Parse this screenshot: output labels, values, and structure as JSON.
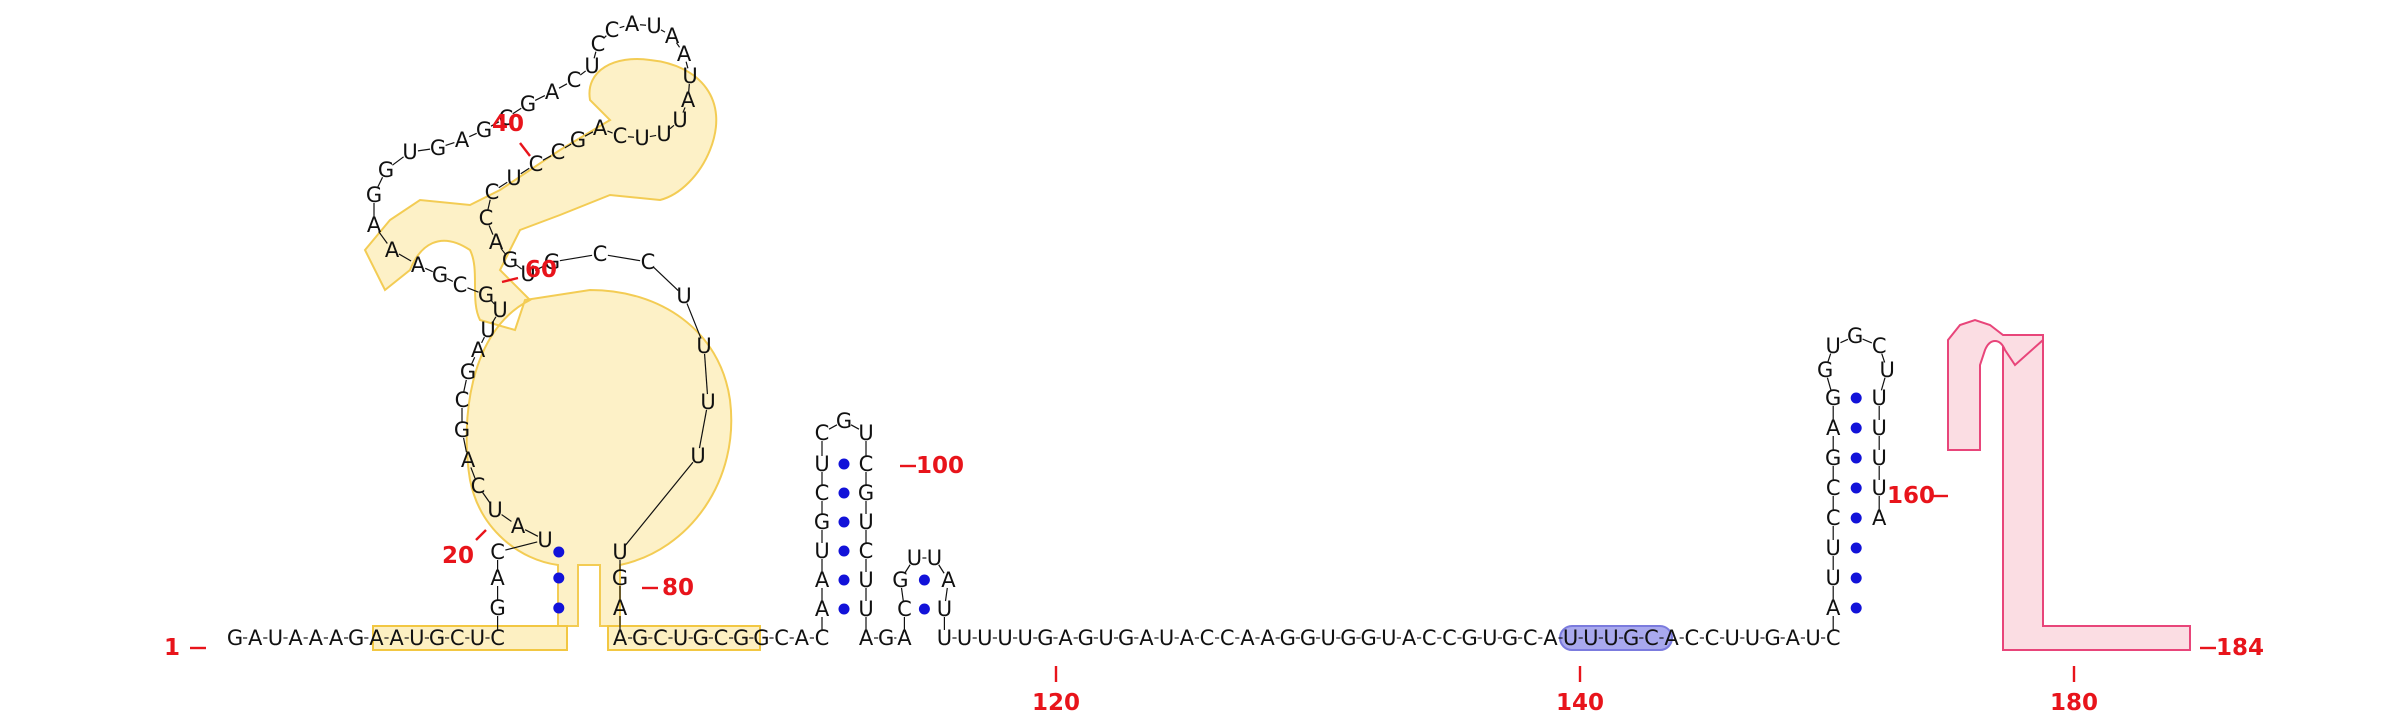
{
  "sequence": "GAUAAAGAAUGCUCGACUAUCAGCGAUUGCGAAAGGUGAGCGACUCCAUAAUAUUUCAGCCUCCAGUGCCUUUUUGAAGCUGCGGCACAAUGCUCGUCGUCUUAGACGUUAUUUUUUGAGUGAUACCAAGGUGGUACCGUGCAUUUGCACCUUGAUCAUUCCGAGGUGCUUUUUA",
  "position_labels": [
    "1",
    "20",
    "40",
    "60",
    "80",
    "100",
    "120",
    "140",
    "160",
    "180",
    "184"
  ],
  "colors": {
    "nucleotide_text": "#111111",
    "base_pair_dot": "#1212d9",
    "position_label": "#e8141b",
    "yellow_region_fill": "#fdf0c2",
    "yellow_region_stroke": "#f2c742",
    "blue_region_fill": "#a9a9ee",
    "blue_region_stroke": "#7b7bde",
    "pink_region_fill": "#fbdde3",
    "pink_region_stroke": "#e8457a"
  }
}
